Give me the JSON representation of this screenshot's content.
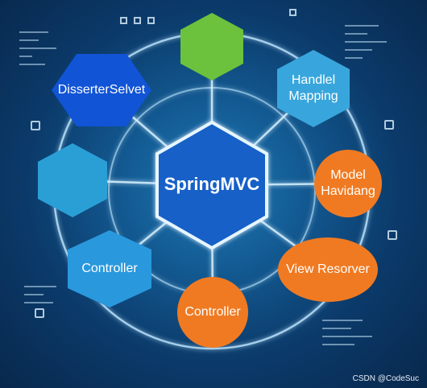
{
  "diagram": {
    "center": {
      "label": "SpringMVC",
      "color": "#1560c8"
    },
    "nodes": [
      {
        "id": "dispatcher-servlet",
        "label": "DisserterSelvet",
        "shape": "hexagon",
        "color": "#1154d6"
      },
      {
        "id": "top",
        "label": "",
        "shape": "hexagon",
        "color": "#6cc23c"
      },
      {
        "id": "handler-mapping",
        "label": "Handlel Mapping",
        "shape": "hexagon",
        "color": "#38a6dc"
      },
      {
        "id": "left",
        "label": "",
        "shape": "hexagon",
        "color": "#2a9fd6"
      },
      {
        "id": "model-handling",
        "label": "Model Havidang",
        "shape": "circle",
        "color": "#f07a22"
      },
      {
        "id": "controller-left",
        "label": "Controller",
        "shape": "hexagon",
        "color": "#2a98dc"
      },
      {
        "id": "view-resolver",
        "label": "View Resorver",
        "shape": "ellipse",
        "color": "#f07a22"
      },
      {
        "id": "controller-bottom",
        "label": "Controller",
        "shape": "circle",
        "color": "#f07a22"
      }
    ]
  },
  "watermark": "CSDN @CodeSuc"
}
